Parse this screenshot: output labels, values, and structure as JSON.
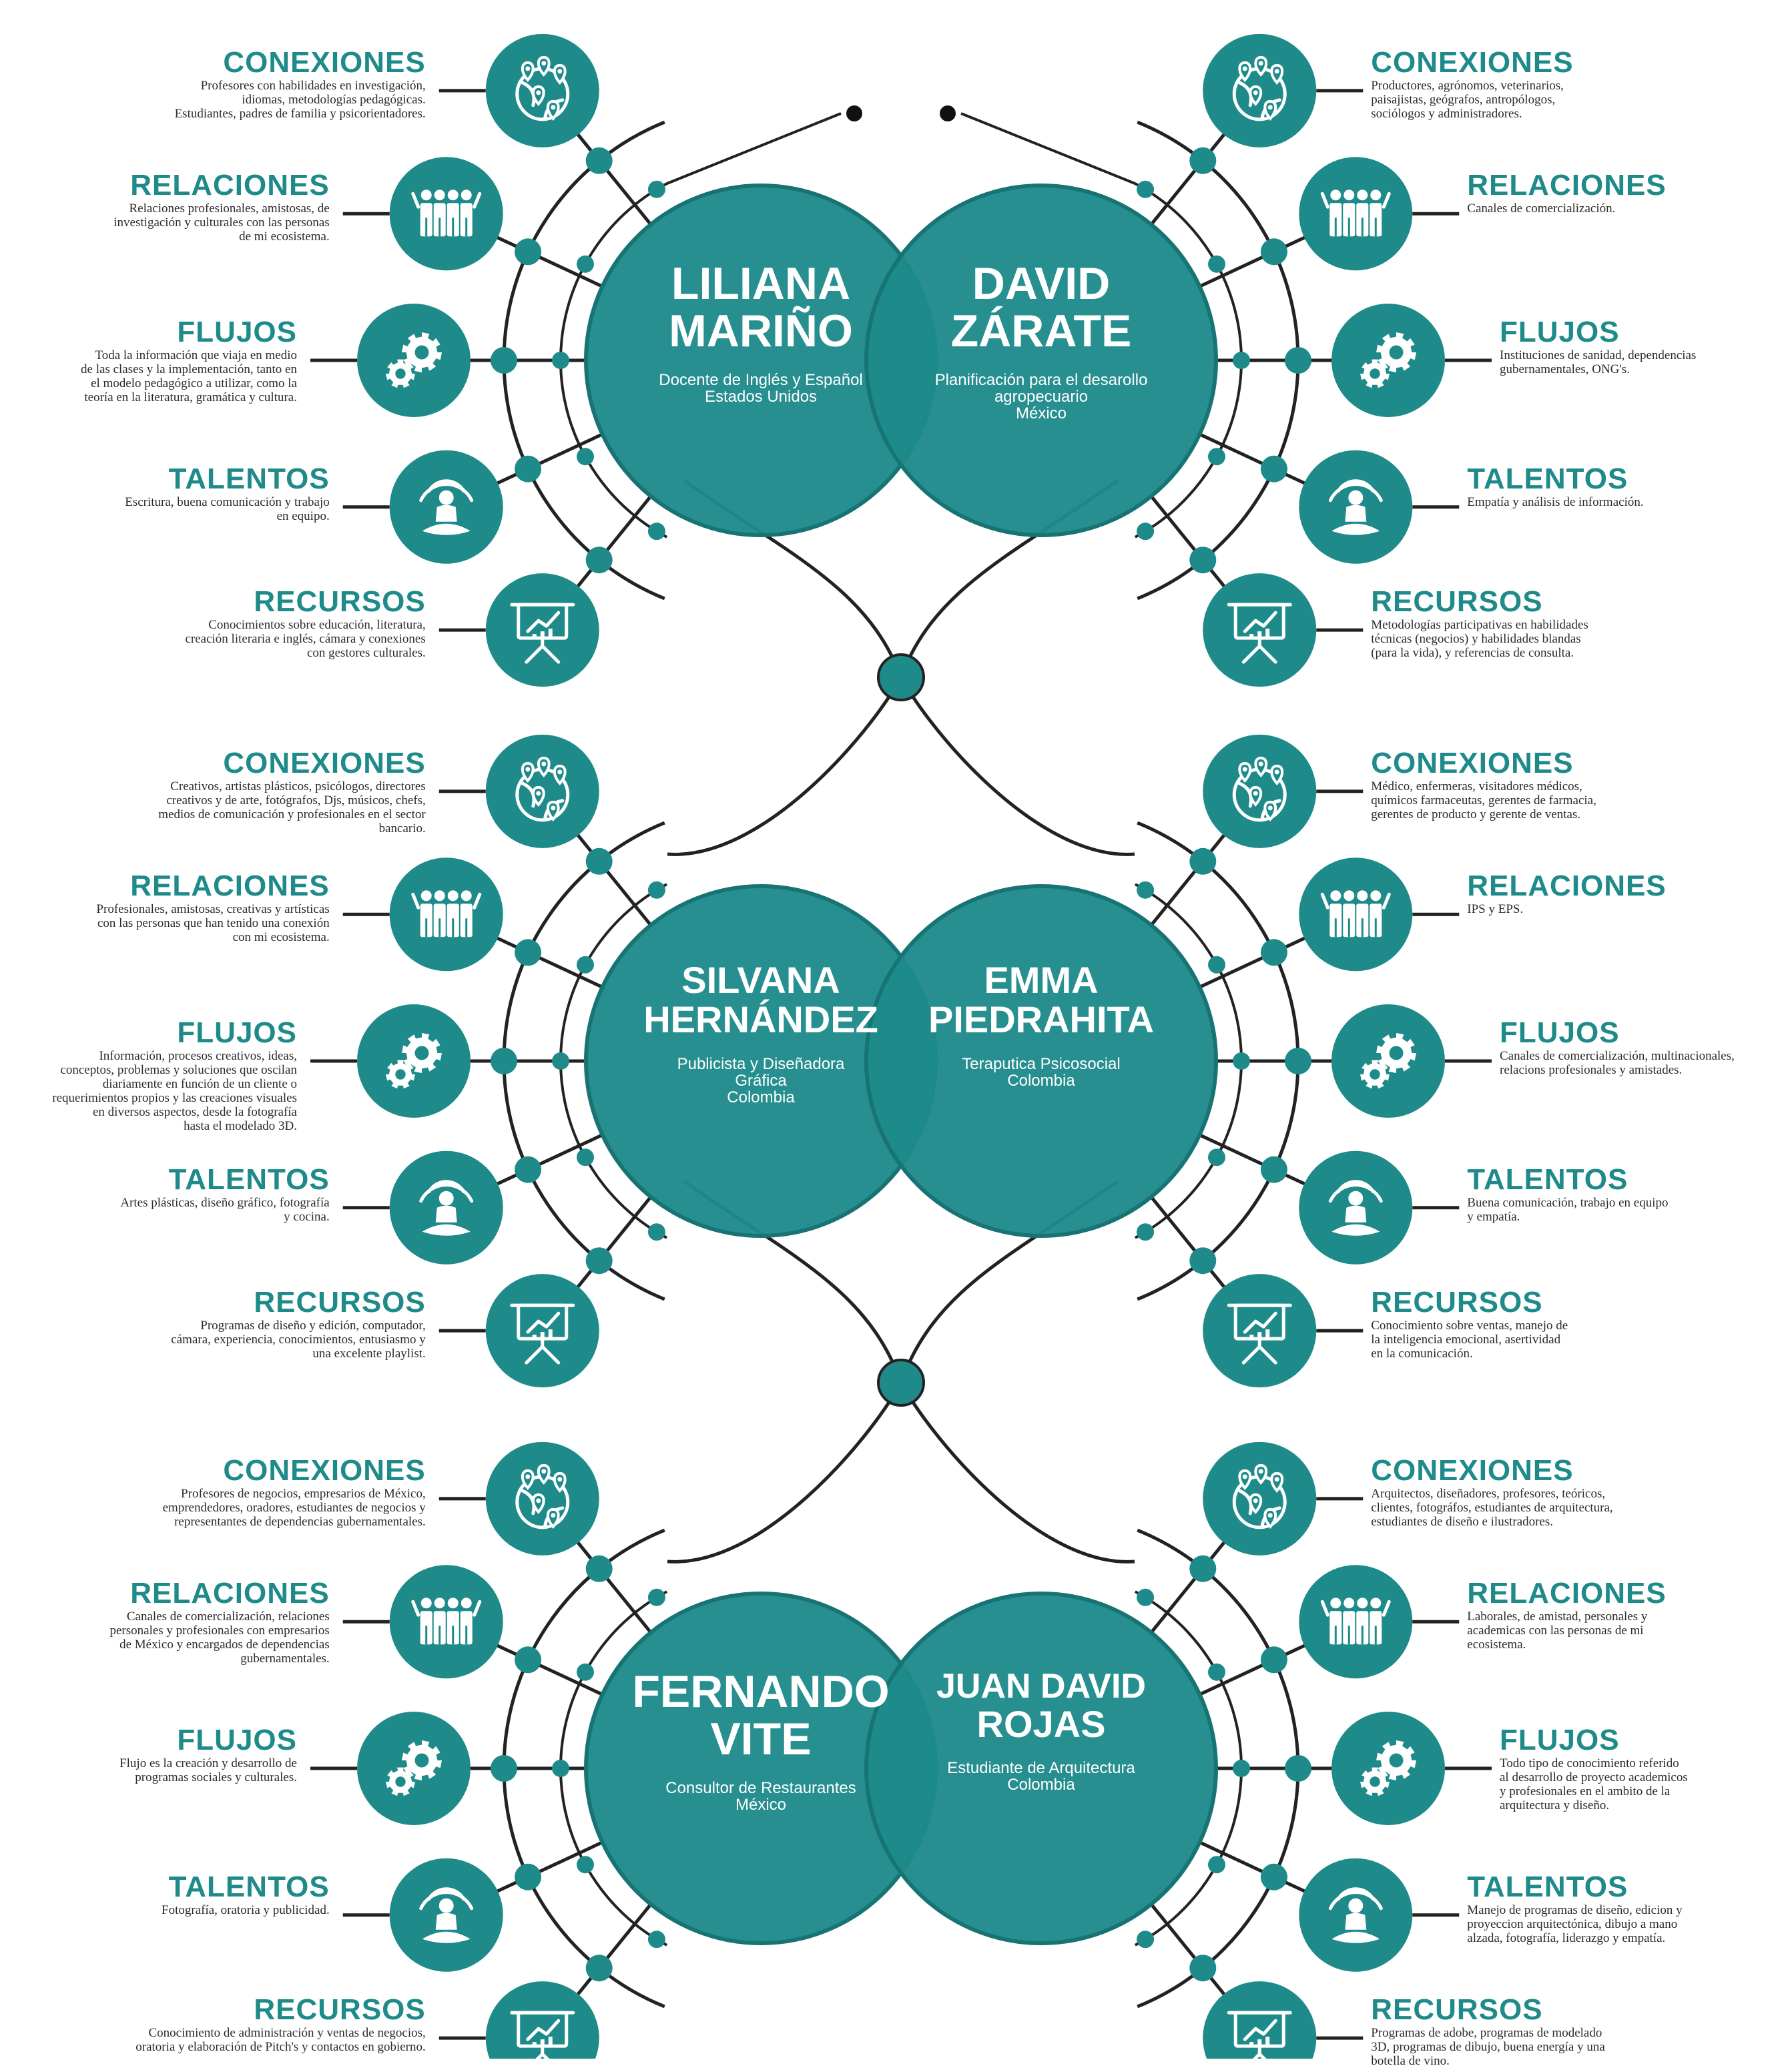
{
  "colors": {
    "teal": "#1e8a8a",
    "circle_outline": "#187474",
    "line": "#222222",
    "text": "#2b2b2b",
    "white": "#ffffff"
  },
  "categories": [
    "CONEXIONES",
    "RELACIONES",
    "FLUJOS",
    "TALENTOS",
    "RECURSOS"
  ],
  "icons": [
    "globe-network-icon",
    "people-group-icon",
    "gears-icon",
    "meditation-talent-icon",
    "presentation-chart-icon"
  ],
  "groups": [
    {
      "left": {
        "name_lines": [
          "LILIANA",
          "MARIÑO"
        ],
        "subtitle_lines": [
          "Docente de Inglés y Español",
          "Estados Unidos"
        ],
        "items": [
          {
            "title": "CONEXIONES",
            "desc": "Profesores con habilidades en investigación,\nidiomas, metodologías pedagógicas.\nEstudiantes, padres de familia y psicorientadores."
          },
          {
            "title": "RELACIONES",
            "desc": "Relaciones profesionales, amistosas, de\ninvestigación y culturales con las personas\nde mi ecosistema."
          },
          {
            "title": "FLUJOS",
            "desc": "Toda la información que viaja en medio\nde las clases y la implementación, tanto en\nel modelo pedagógico a utilizar, como la\nteoría en la literatura, gramática y cultura."
          },
          {
            "title": "TALENTOS",
            "desc": "Escritura, buena comunicación y trabajo\nen equipo."
          },
          {
            "title": "RECURSOS",
            "desc": "Conocimientos sobre educación, literatura,\ncreación literaria e inglés, cámara y conexiones\ncon gestores culturales."
          }
        ]
      },
      "right": {
        "name_lines": [
          "DAVID",
          "ZÁRATE"
        ],
        "subtitle_lines": [
          "Planificación para el desarollo",
          "agropecuario",
          "México"
        ],
        "items": [
          {
            "title": "CONEXIONES",
            "desc": "Productores, agrónomos, veterinarios,\npaisajistas, geógrafos, antropólogos,\nsociólogos y administradores."
          },
          {
            "title": "RELACIONES",
            "desc": "Canales de comercialización."
          },
          {
            "title": "FLUJOS",
            "desc": "Instituciones de sanidad, dependencias\ngubernamentales, ONG's."
          },
          {
            "title": "TALENTOS",
            "desc": "Empatía y análisis de información."
          },
          {
            "title": "RECURSOS",
            "desc": "Metodologías participativas en habilidades\ntécnicas (negocios) y habilidades blandas\n(para la vida), y referencias de consulta."
          }
        ]
      }
    },
    {
      "left": {
        "name_lines": [
          "SILVANA",
          "HERNÁNDEZ"
        ],
        "subtitle_lines": [
          "Publicista y Diseñadora",
          "Gráfica",
          "Colombia"
        ],
        "items": [
          {
            "title": "CONEXIONES",
            "desc": "Creativos, artistas plásticos, psicólogos, directores\ncreativos y  de arte, fotógrafos, Djs, músicos, chefs,\nmedios de comunicación y profesionales en el sector\nbancario."
          },
          {
            "title": "RELACIONES",
            "desc": "Profesionales, amistosas, creativas y artísticas\ncon las personas que han tenido una conexión\ncon mi ecosistema."
          },
          {
            "title": "FLUJOS",
            "desc": "Información, procesos creativos, ideas,\nconceptos, problemas y soluciones que oscilan\ndiariamente en función de un cliente o\nrequerimientos propios y las creaciones visuales\nen diversos aspectos, desde la fotografía\nhasta el modelado 3D."
          },
          {
            "title": "TALENTOS",
            "desc": "Artes plásticas, diseño gráfico, fotografía\ny cocina."
          },
          {
            "title": "RECURSOS",
            "desc": "Programas de diseño y edición, computador,\ncámara, experiencia, conocimientos, entusiasmo y\nuna excelente playlist."
          }
        ]
      },
      "right": {
        "name_lines": [
          "EMMA",
          "PIEDRAHITA"
        ],
        "subtitle_lines": [
          "Teraputica Psicosocial",
          "Colombia"
        ],
        "items": [
          {
            "title": "CONEXIONES",
            "desc": "Médico, enfermeras, visitadores médicos,\nquímicos farmaceutas, gerentes de farmacia,\ngerentes de producto y gerente de ventas."
          },
          {
            "title": "RELACIONES",
            "desc": "IPS y EPS."
          },
          {
            "title": "FLUJOS",
            "desc": "Canales de comercialización, multinacionales,\nrelacions profesionales y amistades."
          },
          {
            "title": "TALENTOS",
            "desc": "Buena comunicación, trabajo en equipo\ny empatía."
          },
          {
            "title": "RECURSOS",
            "desc": "Conocimiento sobre ventas, manejo de\nla inteligencia emocional, asertividad\nen la comunicación."
          }
        ]
      }
    },
    {
      "left": {
        "name_lines": [
          "FERNANDO",
          "VITE"
        ],
        "subtitle_lines": [
          "Consultor de Restaurantes",
          "México"
        ],
        "items": [
          {
            "title": "CONEXIONES",
            "desc": "Profesores de negocios, empresarios de México,\nemprendedores, oradores, estudiantes de negocios y\nrepresentantes de dependencias gubernamentales."
          },
          {
            "title": "RELACIONES",
            "desc": "Canales de comercialización, relaciones\npersonales y profesionales con empresarios\nde México y encargados de dependencias\ngubernamentales."
          },
          {
            "title": "FLUJOS",
            "desc": "Flujo es la creación y desarrollo de\nprogramas sociales y culturales."
          },
          {
            "title": "TALENTOS",
            "desc": "Fotografía, oratoria y publicidad."
          },
          {
            "title": "RECURSOS",
            "desc": "Conocimiento de administración y ventas de negocios,\noratoria y elaboración de Pitch's y contactos en gobierno."
          }
        ]
      },
      "right": {
        "name_lines": [
          "JUAN DAVID",
          "ROJAS"
        ],
        "subtitle_lines": [
          "Estudiante de Arquitectura",
          "Colombia"
        ],
        "items": [
          {
            "title": "CONEXIONES",
            "desc": "Arquitectos, diseñadores, profesores, teóricos,\nclientes, fotográfos, estudiantes de arquitectura,\nestudiantes de diseño e ilustradores."
          },
          {
            "title": "RELACIONES",
            "desc": "Laborales, de amistad, personales y\nacademicas con las personas de mi\necosistema."
          },
          {
            "title": "FLUJOS",
            "desc": "Todo tipo de conocimiento referido\nal desarrollo de proyecto academicos\ny profesionales en el ambito de la\narquitectura y diseño."
          },
          {
            "title": "TALENTOS",
            "desc": "Manejo de programas de diseño, edicion y\nproyeccion arquitectónica, dibujo a mano\nalzada, fotografía, liderazgo y empatía."
          },
          {
            "title": "RECURSOS",
            "desc": "Programas de adobe, programas de modelado\n3D, programas de dibujo, buena energía y una\nbotella de vino."
          }
        ]
      }
    }
  ]
}
